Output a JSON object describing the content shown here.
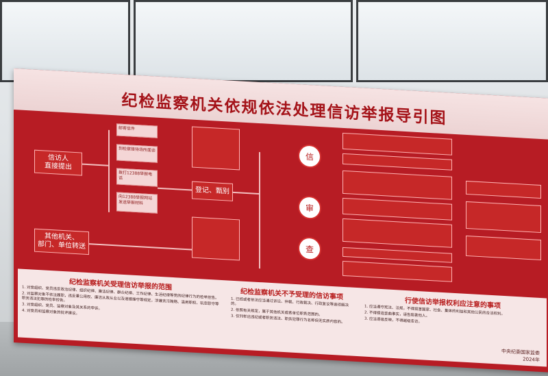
{
  "board": {
    "title": "纪检监察机关依规依法处理信访举报导引图",
    "sources": [
      {
        "label": "信访人\n直接提出"
      },
      {
        "label": "其他机关、\n部门、单位转送"
      }
    ],
    "channels": [
      "邮寄信件",
      "到检察接待场所面谈",
      "拨打12388举报电话",
      "向12388举报网站发送举报材料"
    ],
    "hub": "登记、甄别",
    "circles": [
      "信",
      "审",
      "查"
    ],
    "note_col1_title": "纪检监察机关受理信访举报的范围",
    "note_col2_title": "纪检监察机关不予受理的信访事项",
    "note_col3_title": "行使信访举报权利应注意的事项",
    "col1_lines": [
      "1. 对党组织、党员违反政治纪律、组织纪律、廉洁纪律、群众纪律、工作纪律、生活纪律等党的纪律行为的检举控告。",
      "2. 对监察对象不依法履职，违反秉公用权、廉洁从政从业以及道德操守等规定，涉嫌贪污贿赂、滥用职权、玩忽职守等职务违法犯罪的检举控告。",
      "3. 对党组织、党员、监察对象及其关系的申诉。",
      "4. 对党员和监察对象的批评建议。"
    ],
    "col2_lines": [
      "1. 已经或者依法应当通过诉讼、仲裁、行政裁决、行政复议等途径解决的。",
      "2. 依照有关规定，属于其他机关或者单位职责范围的。",
      "3. 仅列举出违纪或者职务违法、职务犯罪行为名称但无实质内容的。"
    ],
    "col3_lines": [
      "1. 应当遵守宪法、法规，不得损害国家、社会、集体的利益和其他公民的合法权利。",
      "2. 不得捏造歪曲事实，诬告陷害他人。",
      "3. 应当逐级反映，不得越级走访。"
    ],
    "footer": "中央纪委国家监委\n2024年"
  }
}
